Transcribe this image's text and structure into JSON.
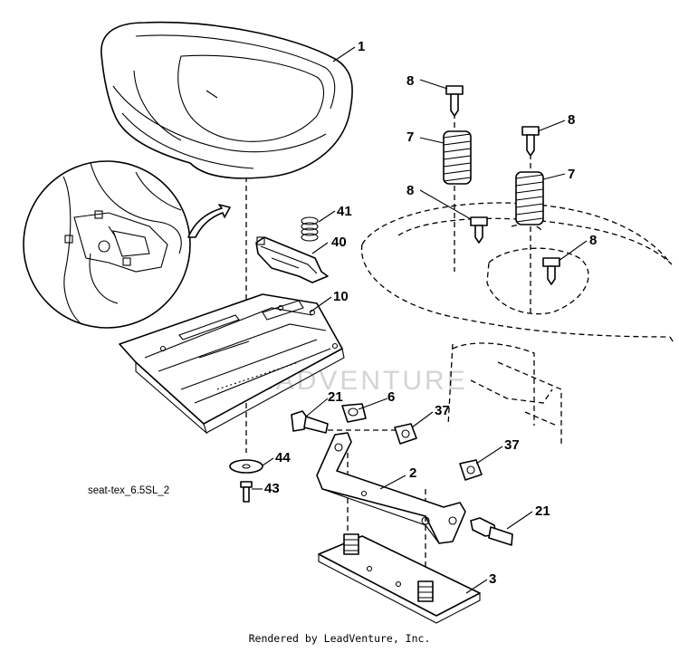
{
  "diagram": {
    "code": "seat-tex_6.5SL_2",
    "credit": "Rendered by LeadVenture, Inc.",
    "watermark": "LEADVENTURE",
    "callouts": {
      "seat": "1",
      "bracket": "2",
      "slide_plate": "3",
      "nut_6": "6",
      "spring_left": "7",
      "spring_right": "7",
      "bolt_top_left": "8",
      "bolt_top_right": "8",
      "bolt_mid_left": "8",
      "bolt_mid_right": "8",
      "pan": "10",
      "bolt_21_left": "21",
      "bolt_21_right": "21",
      "nut_37_upper": "37",
      "nut_37_lower": "37",
      "clip_40": "40",
      "spring_41": "41",
      "bolt_43": "43",
      "washer_44": "44"
    }
  }
}
